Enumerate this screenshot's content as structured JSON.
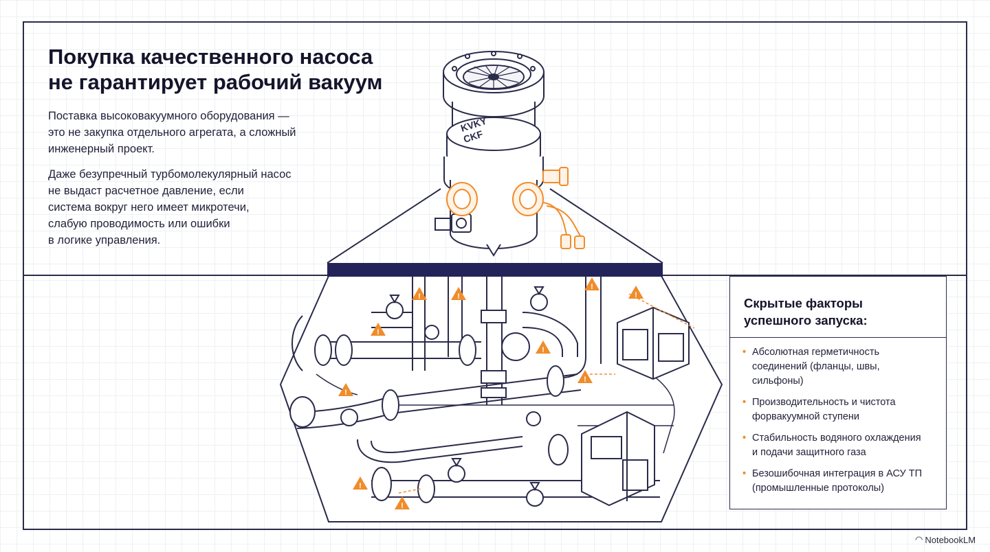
{
  "header": {
    "title_line1": "Покупка качественного насоса",
    "title_line2": "не гарантирует рабочий вакуум"
  },
  "intro": {
    "p1_lines": [
      "Поставка высоковакуумного оборудования —",
      "это не закупка отдельного агрегата, а сложный",
      "инженерный проект."
    ],
    "p2_lines": [
      "Даже безупречный турбомолекулярный насос",
      "не выдаст расчетное давление, если",
      "система вокруг него имеет микротечи,",
      "слабую проводимость или ошибки",
      "в логике управления."
    ]
  },
  "pump": {
    "label_line1": "KVKY",
    "label_line2": "CKF"
  },
  "factors": {
    "title_line1": "Скрытые факторы",
    "title_line2": "успешного запуска:",
    "items": [
      [
        "Абсолютная герметичность",
        "соединений (фланцы, швы,",
        "сильфоны)"
      ],
      [
        "Производительность и чистота",
        "форвакуумной ступени"
      ],
      [
        "Стабильность водяного охлаждения",
        "и подачи защитного газа"
      ],
      [
        "Безошибочная интеграция в АСУ ТП",
        "(промышленные протоколы)"
      ]
    ]
  },
  "brand": {
    "name": "NotebookLM",
    "logo_icon": "notebooklm-logo-icon"
  },
  "colors": {
    "accent": "#f08c2a",
    "line": "#2a2a4a",
    "bar": "#23235a"
  }
}
